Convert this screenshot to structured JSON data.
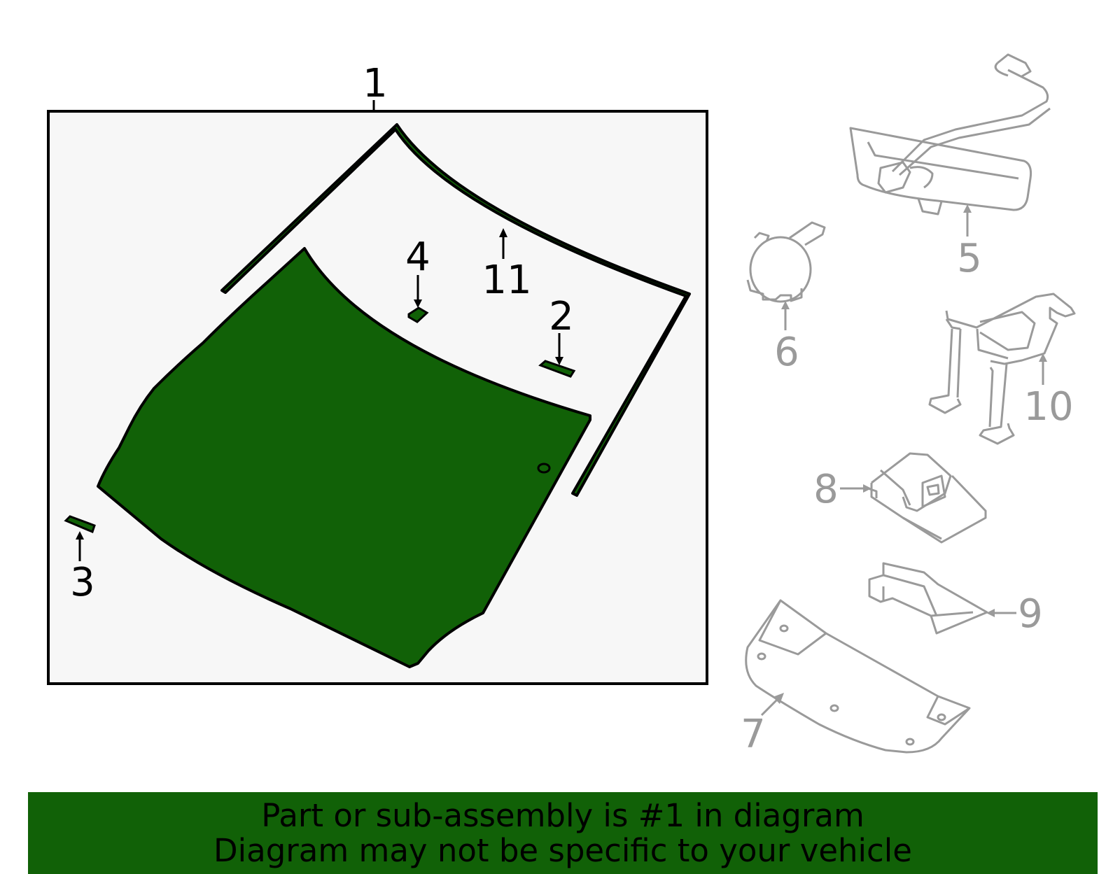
{
  "colors": {
    "highlight_green": "#116107",
    "inactive_gray": "#9a9a9a",
    "box_fill": "#f7f7f7",
    "outline": "#000000"
  },
  "callouts": {
    "c1": "1",
    "c2": "2",
    "c3": "3",
    "c4": "4",
    "c5": "5",
    "c6": "6",
    "c7": "7",
    "c8": "8",
    "c9": "9",
    "c10": "10",
    "c11": "11"
  },
  "banner": {
    "line1": "Part or sub-assembly is #1 in diagram",
    "line2": "Diagram may not be specific to your vehicle"
  }
}
